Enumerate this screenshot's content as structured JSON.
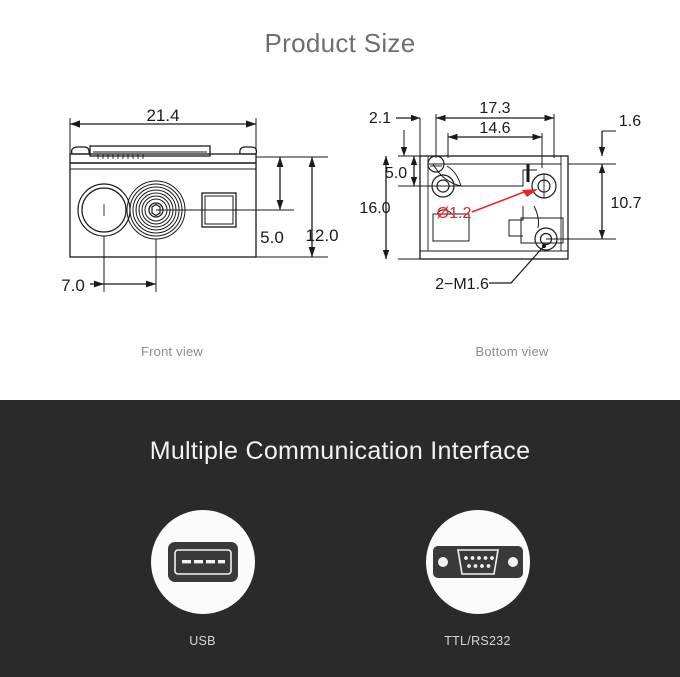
{
  "size_section": {
    "title": "Product Size",
    "front_view": {
      "caption": "Front view",
      "dimensions": {
        "width_top": "21.4",
        "height_outer": "12.0",
        "height_inner": "5.0",
        "offset_left": "7.0"
      }
    },
    "bottom_view": {
      "caption": "Bottom view",
      "dimensions": {
        "edge_left": "2.1",
        "span_outer": "17.3",
        "span_inner": "14.6",
        "edge_top_right": "1.6",
        "height_inner": "5.0",
        "height_outer": "16.0",
        "height_right": "10.7"
      },
      "annotations": {
        "hole_diameter": "Ø1.2",
        "hole_diameter_color": "#e8232a",
        "thread_callout": "2−M1.6"
      }
    }
  },
  "comm_section": {
    "title": "Multiple Communication Interface",
    "background_color": "#2b2a2a",
    "ports": [
      {
        "label": "USB",
        "icon": "usb-port-icon"
      },
      {
        "label": "TTL/RS232",
        "icon": "db9-serial-port-icon"
      }
    ]
  }
}
